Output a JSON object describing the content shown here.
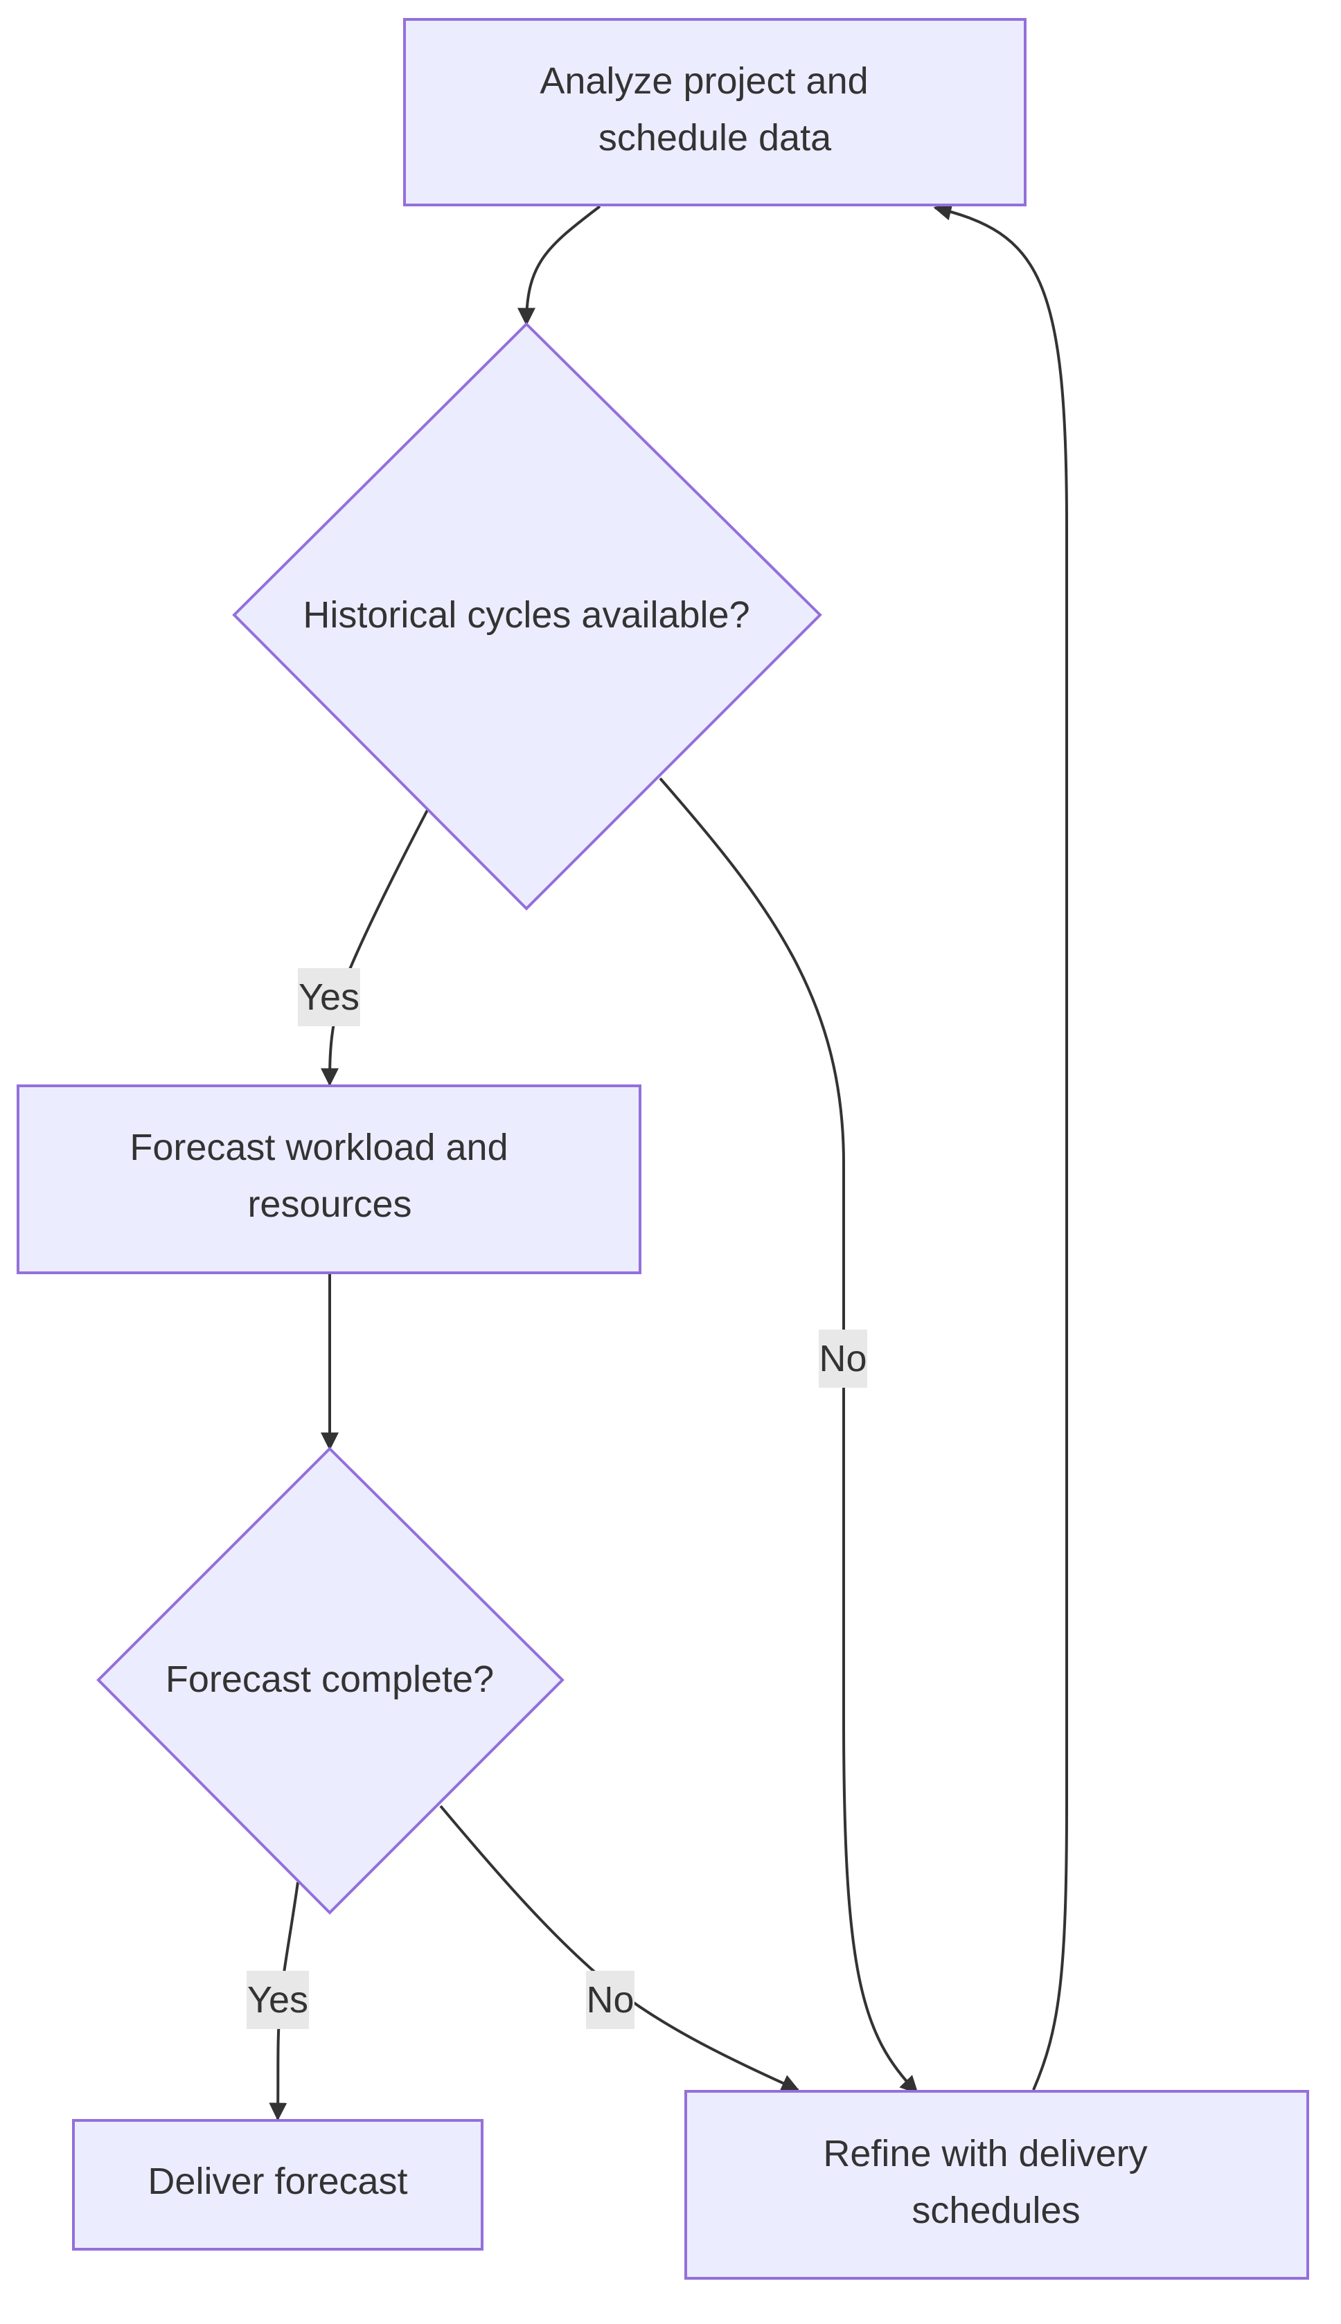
{
  "nodes": {
    "analyze": {
      "lines": [
        "Analyze project and",
        "schedule data"
      ]
    },
    "historical": {
      "lines": [
        "Historical cycles available?"
      ]
    },
    "forecast_workload": {
      "lines": [
        "Forecast workload and",
        "resources"
      ]
    },
    "forecast_complete": {
      "lines": [
        "Forecast complete?"
      ]
    },
    "deliver": {
      "lines": [
        "Deliver forecast"
      ]
    },
    "refine": {
      "lines": [
        "Refine with delivery",
        "schedules"
      ]
    }
  },
  "edges": {
    "historical_yes": "Yes",
    "historical_no": "No",
    "complete_yes": "Yes",
    "complete_no": "No"
  },
  "colors": {
    "node_fill": "#ECECFF",
    "node_stroke": "#9370DB",
    "edge": "#333333",
    "label_bg": "#e8e8e8",
    "text": "#333333"
  }
}
